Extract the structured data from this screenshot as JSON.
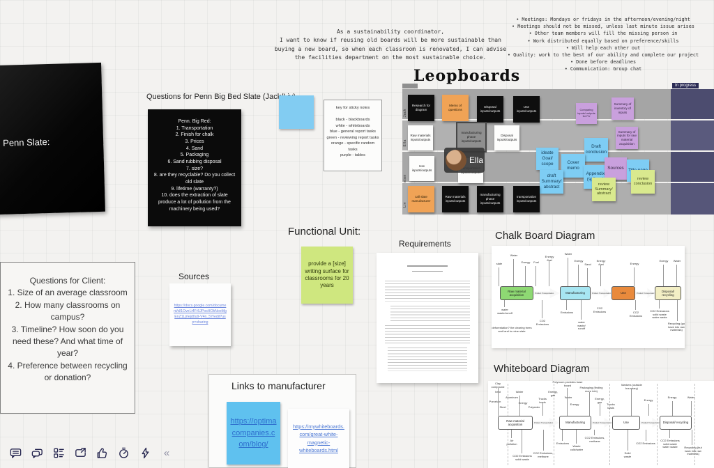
{
  "user_story": {
    "text": "As a sustainability coordinator,\nI want to know if reusing old boards will be more sustainable than\nbuying a new board, so when each classroom is renovated, I can advise\nthe facilities department on the most sustainable choice."
  },
  "team_norms": {
    "text": "• Meetings: Mondays or fridays in the afternoon/evening/night\n• Meetings should not be missed, unless last minute issue arises\n• Other team members will fill the missing person in\n• Work distributed equally based on preference/skills\n• Will help each other out\n• Quality: work to the best of our ability and complete our project\n• Done before deadlines\n• Communication: Group chat"
  },
  "leopboards": {
    "title": "Leopboards",
    "in_progress_label": "In progress",
    "collaborator_name": "Ella",
    "rows": [
      {
        "name": "Jack",
        "notes": [
          {
            "text": "Research for diagram",
            "color": "black"
          },
          {
            "text": "Memo of questions",
            "color": "orange"
          },
          {
            "text": "Disposal inputs/outputs",
            "color": "black"
          },
          {
            "text": "Use inputs/outputs",
            "color": "black"
          },
          {
            "text": "Comparing inputs/ outputs for FU",
            "color": "purple"
          },
          {
            "text": "Summary of inventory of inputs",
            "color": "purple"
          }
        ]
      },
      {
        "name": "Ella",
        "notes": [
          {
            "text": "Raw materials inputs/outputs",
            "color": "white"
          },
          {
            "text": "manufacturing phase inputs/outputs",
            "color": "gray"
          },
          {
            "text": "Disposal inputs/outputs",
            "color": "white"
          },
          {
            "text": "Draft conclusion",
            "color": "blue"
          },
          {
            "text": "Summary of inputs for raw material acquisition",
            "color": "purple"
          }
        ]
      },
      {
        "name": "Preston",
        "notes": [
          {
            "text": "Use inputs/outputs",
            "color": "white"
          },
          {
            "text": "transportation inputs/outputs",
            "color": "white"
          },
          {
            "text": "ideate Goal/ scope",
            "color": "blue"
          },
          {
            "text": "Cover memo",
            "color": "blue"
          },
          {
            "text": "draft Summary/ abstract",
            "color": "blue"
          },
          {
            "text": "Appendix (split up)",
            "color": "blue"
          },
          {
            "text": "Sources",
            "color": "purple"
          },
          {
            "text": "Title page",
            "color": "blue"
          },
          {
            "text": "review Summary/ abstract",
            "color": "green"
          },
          {
            "text": "review conclusion",
            "color": "green"
          }
        ]
      },
      {
        "name": "Liv",
        "notes": [
          {
            "text": "call slate manufacturer",
            "color": "orange"
          },
          {
            "text": "Raw materials inputs/outputs",
            "color": "black"
          },
          {
            "text": "manufacturing phase inputs/outputs",
            "color": "black"
          },
          {
            "text": "transportation inputs/outputs",
            "color": "black"
          }
        ]
      }
    ]
  },
  "penn_slate": {
    "label": "Penn Slate:"
  },
  "penn_questions": {
    "heading": "Questions for Penn Big Bed Slate (Jack/Liv)",
    "note": "Penn. Big Red:\n1. Transportation\n2. Finish for chalk\n3. Prices\n4. Sand\n5. Packaging\n6. Sand rubbing disposal\n7. size?\n8. are they recyclable? Do you collect old slate\n9. lifetime (warranty?)\n10. does the extraction of slate produce a lot of pollution from the machinery being used?"
  },
  "sticky_key": {
    "text": "key for sticky notes\n\nblack - blackboards\nwhite - whiteboards\nblue - general report tasks\ngreen - reviewing report tasks\norange - specific random tasks\npurple - tables"
  },
  "functional_unit": {
    "heading": "Functional Unit:",
    "note": "provide a [size] writing surface for classrooms for 20 years"
  },
  "client_questions": {
    "text": "Questions for Client:\n1. Size of an average classroom\n2. How many classrooms on campus?\n3. Timeline? How soon do you need these? And what time of year?\n4. Preference between recycling or donation?"
  },
  "sources": {
    "heading": "Sources",
    "link": "https://docs.google.com/document/d/1OveLi4Fr5JPosHOkNoeMgEnZ1LjrIejd0u9-V4n_5Y/edit?usp=sharing"
  },
  "manufacturer_links": {
    "heading": "Links to manufacturer",
    "link1": "https://optimacompanies.com/blog/",
    "link2": "https://mywhiteboards.com/great-white-magnetic-whiteboards.html"
  },
  "requirements": {
    "heading": "Requirements"
  },
  "diagrams": {
    "chalk": {
      "title": "Chalk Board Diagram",
      "arrow_label": "Product Transportation",
      "stages": [
        {
          "label": "Raw material acquisition",
          "color": "#8ed973"
        },
        {
          "label": "Manufacturing",
          "color": "#a7e6f2"
        },
        {
          "label": "Use",
          "color": "#e98a3c"
        },
        {
          "label": "Disposal/ recycling",
          "color": "#f3efc5"
        }
      ],
      "top_labels": [
        "slate",
        "Water",
        "Energy",
        "Fuel",
        "Energy /fuel",
        "Water",
        "Energy",
        "Sand",
        "Energy /fuel",
        "Energy",
        "Energy",
        "Water"
      ],
      "bottom_labels": [
        "water waste/runoff",
        "deforestation? the clearing trees and land to mine slate",
        "CO2 Emissions",
        "Emissions",
        "water waste/ runoff",
        "CO2 Emissions",
        "CO2 Emissions",
        "CO2 Emissions solid waste water waste",
        "Recycling (go back into raw materials)"
      ]
    },
    "whiteboard": {
      "title": "Whiteboard Diagram",
      "arrow_label": "Product Transportation",
      "stages": [
        {
          "label": "Raw material acquisition",
          "color": "#ffffff"
        },
        {
          "label": "Manufacturing",
          "color": "#ffffff"
        },
        {
          "label": "Use",
          "color": "#ffffff"
        },
        {
          "label": "Disposal/ recycling",
          "color": "#ffffff"
        }
      ],
      "top_labels": [
        "Clay compound",
        "heat",
        "Porcelain",
        "Steel",
        "Aluminum",
        "Water",
        "Energy",
        "Polyester",
        "Trucks loads",
        "Energy, gas",
        "Polyroom provides base board",
        "Packaging (finding more info)",
        "Water",
        "Energy",
        "Energy, gas",
        "Trucks loads",
        "Markers (outside boundary)",
        "Energy",
        "Energy",
        "Water"
      ],
      "bottom_labels": [
        "Air pollution",
        "CO2 Emissions solid waste",
        "CO2 Emissions, methane",
        "Emissions",
        "Waste cold/water",
        "CO2 Emissions, methane",
        "Solid waste",
        "CO2 Emissions",
        "CO2 Emissions solid waste water waste",
        "Recycling (but back into raw materials)"
      ]
    }
  },
  "toolbar": {
    "collapse_glyph": "«"
  },
  "colors": {
    "sticky_black": "#0e0e0e",
    "sticky_white": "#fdfdfc",
    "sticky_blue": "#7ecdf4",
    "sticky_purple": "#c9a0dd",
    "sticky_green": "#d9e98e",
    "sticky_orange": "#f0a356",
    "board_gray": "#a5a5a5",
    "in_progress_bg": "#2b2b55",
    "icon_navy": "#23234d"
  }
}
